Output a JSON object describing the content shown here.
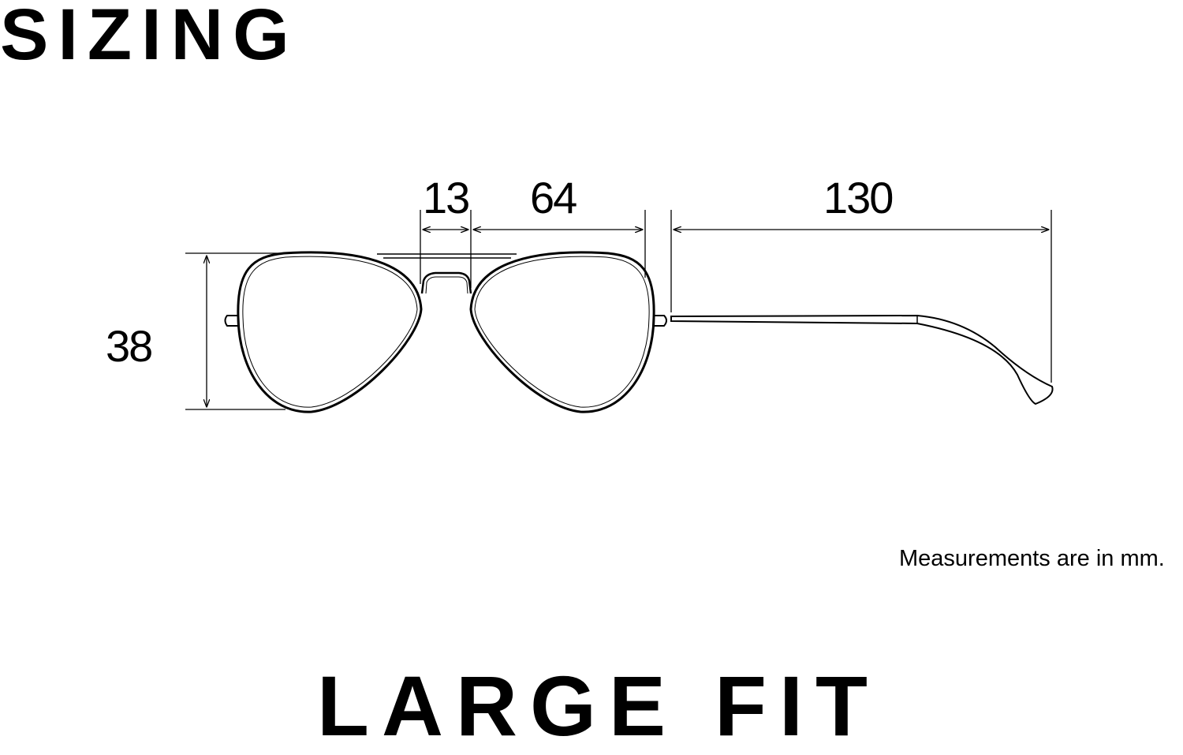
{
  "title": "SIZING",
  "fit_label": "LARGE FIT",
  "note": "Measurements are in mm.",
  "dimensions": {
    "bridge": "13",
    "lens_width": "64",
    "temple_length": "130",
    "lens_height": "38"
  }
}
